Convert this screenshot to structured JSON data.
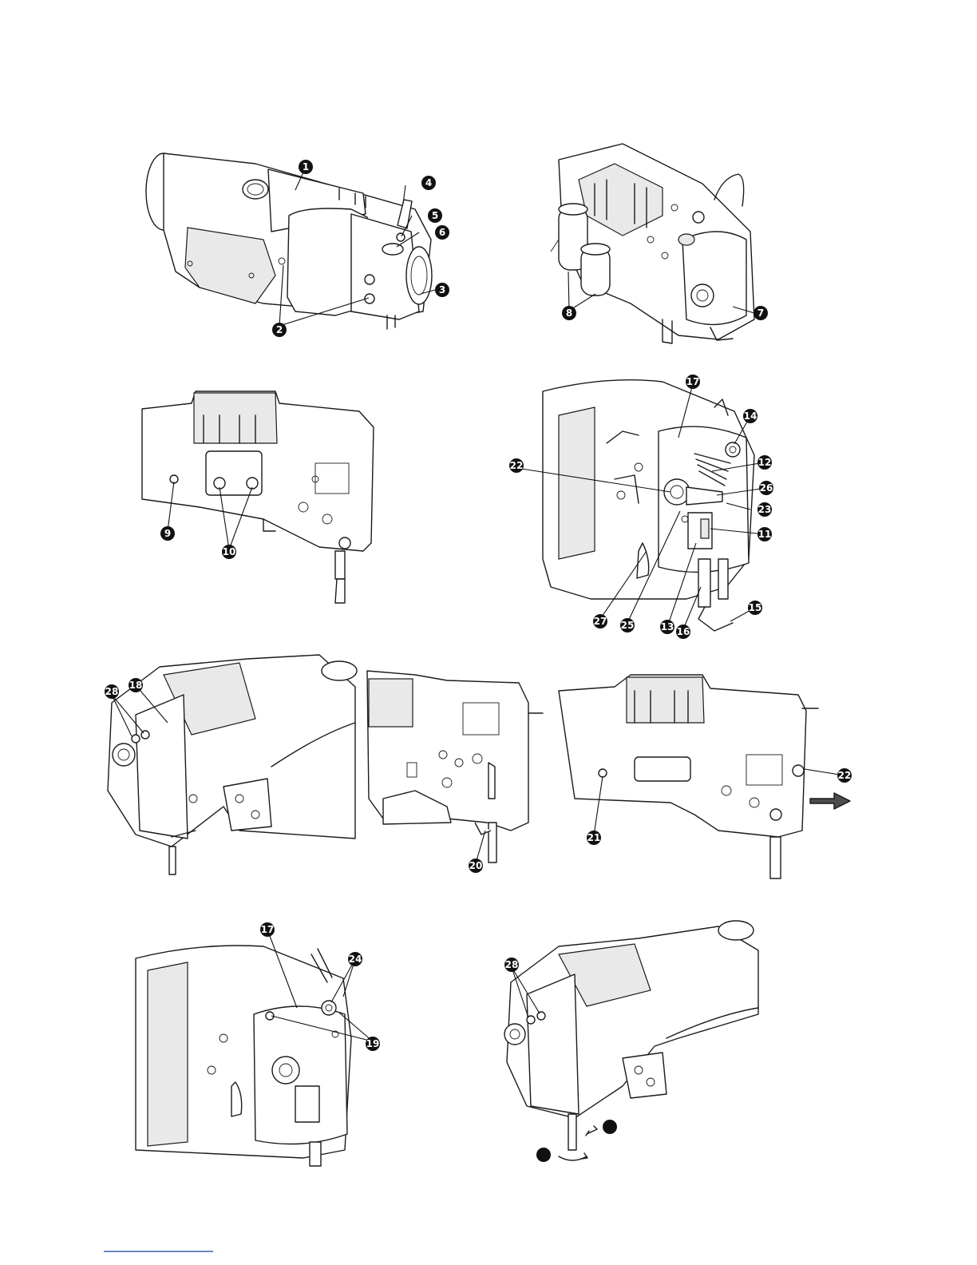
{
  "callouts": [
    {
      "id": "c1",
      "label": "1"
    },
    {
      "id": "c2",
      "label": "2"
    },
    {
      "id": "c3",
      "label": "3"
    },
    {
      "id": "c4",
      "label": "4"
    },
    {
      "id": "c5",
      "label": "5"
    },
    {
      "id": "c6",
      "label": "6"
    },
    {
      "id": "c7",
      "label": "7"
    },
    {
      "id": "c8",
      "label": "8"
    },
    {
      "id": "c9",
      "label": "9"
    },
    {
      "id": "c10",
      "label": "10"
    },
    {
      "id": "c11",
      "label": "11"
    },
    {
      "id": "c12",
      "label": "12"
    },
    {
      "id": "c13",
      "label": "13"
    },
    {
      "id": "c14",
      "label": "14"
    },
    {
      "id": "c15",
      "label": "15"
    },
    {
      "id": "c16",
      "label": "16"
    },
    {
      "id": "c17a",
      "label": "17"
    },
    {
      "id": "c17b",
      "label": "17"
    },
    {
      "id": "c18",
      "label": "18"
    },
    {
      "id": "c19",
      "label": "19"
    },
    {
      "id": "c20",
      "label": "20"
    },
    {
      "id": "c21",
      "label": "21"
    },
    {
      "id": "c22a",
      "label": "22"
    },
    {
      "id": "c22b",
      "label": "22"
    },
    {
      "id": "c23",
      "label": "23"
    },
    {
      "id": "c24",
      "label": "24"
    },
    {
      "id": "c25",
      "label": "25"
    },
    {
      "id": "c26",
      "label": "26"
    },
    {
      "id": "c27",
      "label": "27"
    },
    {
      "id": "c28a",
      "label": "28"
    },
    {
      "id": "c28b",
      "label": "28"
    },
    {
      "id": "cA",
      "label": ""
    },
    {
      "id": "cB",
      "label": ""
    }
  ]
}
